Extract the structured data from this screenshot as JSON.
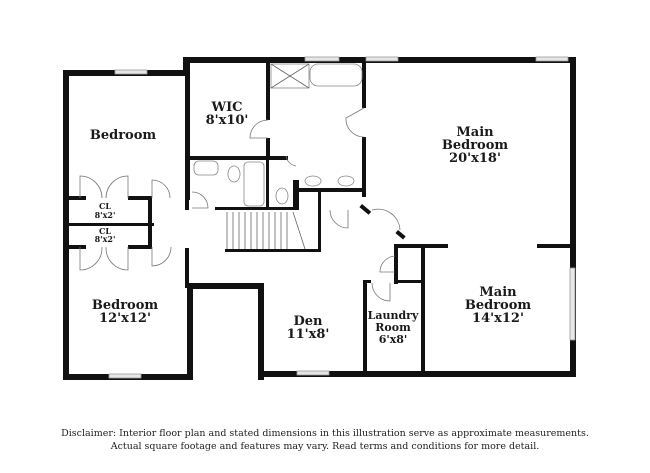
{
  "floor_plan": {
    "rooms": [
      {
        "id": "bedroom-nw",
        "name": "Bedroom",
        "dimensions": ""
      },
      {
        "id": "wic",
        "name": "WIC",
        "dimensions": "8'x10'"
      },
      {
        "id": "main-bedroom-north",
        "name_line1": "Main",
        "name_line2": "Bedroom",
        "dimensions": "20'x18'"
      },
      {
        "id": "closet-1",
        "name": "CL",
        "dimensions": "8'x2'"
      },
      {
        "id": "closet-2",
        "name": "CL",
        "dimensions": "8'x2'"
      },
      {
        "id": "bedroom-sw",
        "name": "Bedroom",
        "dimensions": "12'x12'"
      },
      {
        "id": "den",
        "name": "Den",
        "dimensions": "11'x8'"
      },
      {
        "id": "laundry",
        "name_line1": "Laundry",
        "name_line2": "Room",
        "dimensions": "6'x8'"
      },
      {
        "id": "main-bedroom-south",
        "name_line1": "Main",
        "name_line2": "Bedroom",
        "dimensions": "14'x12'"
      }
    ]
  },
  "disclaimer": {
    "line1": "Disclaimer: Interior floor plan and stated dimensions in this illustration serve as approximate measurements.",
    "line2": "Actual square footage and features may vary. Read terms and conditions for more detail."
  }
}
